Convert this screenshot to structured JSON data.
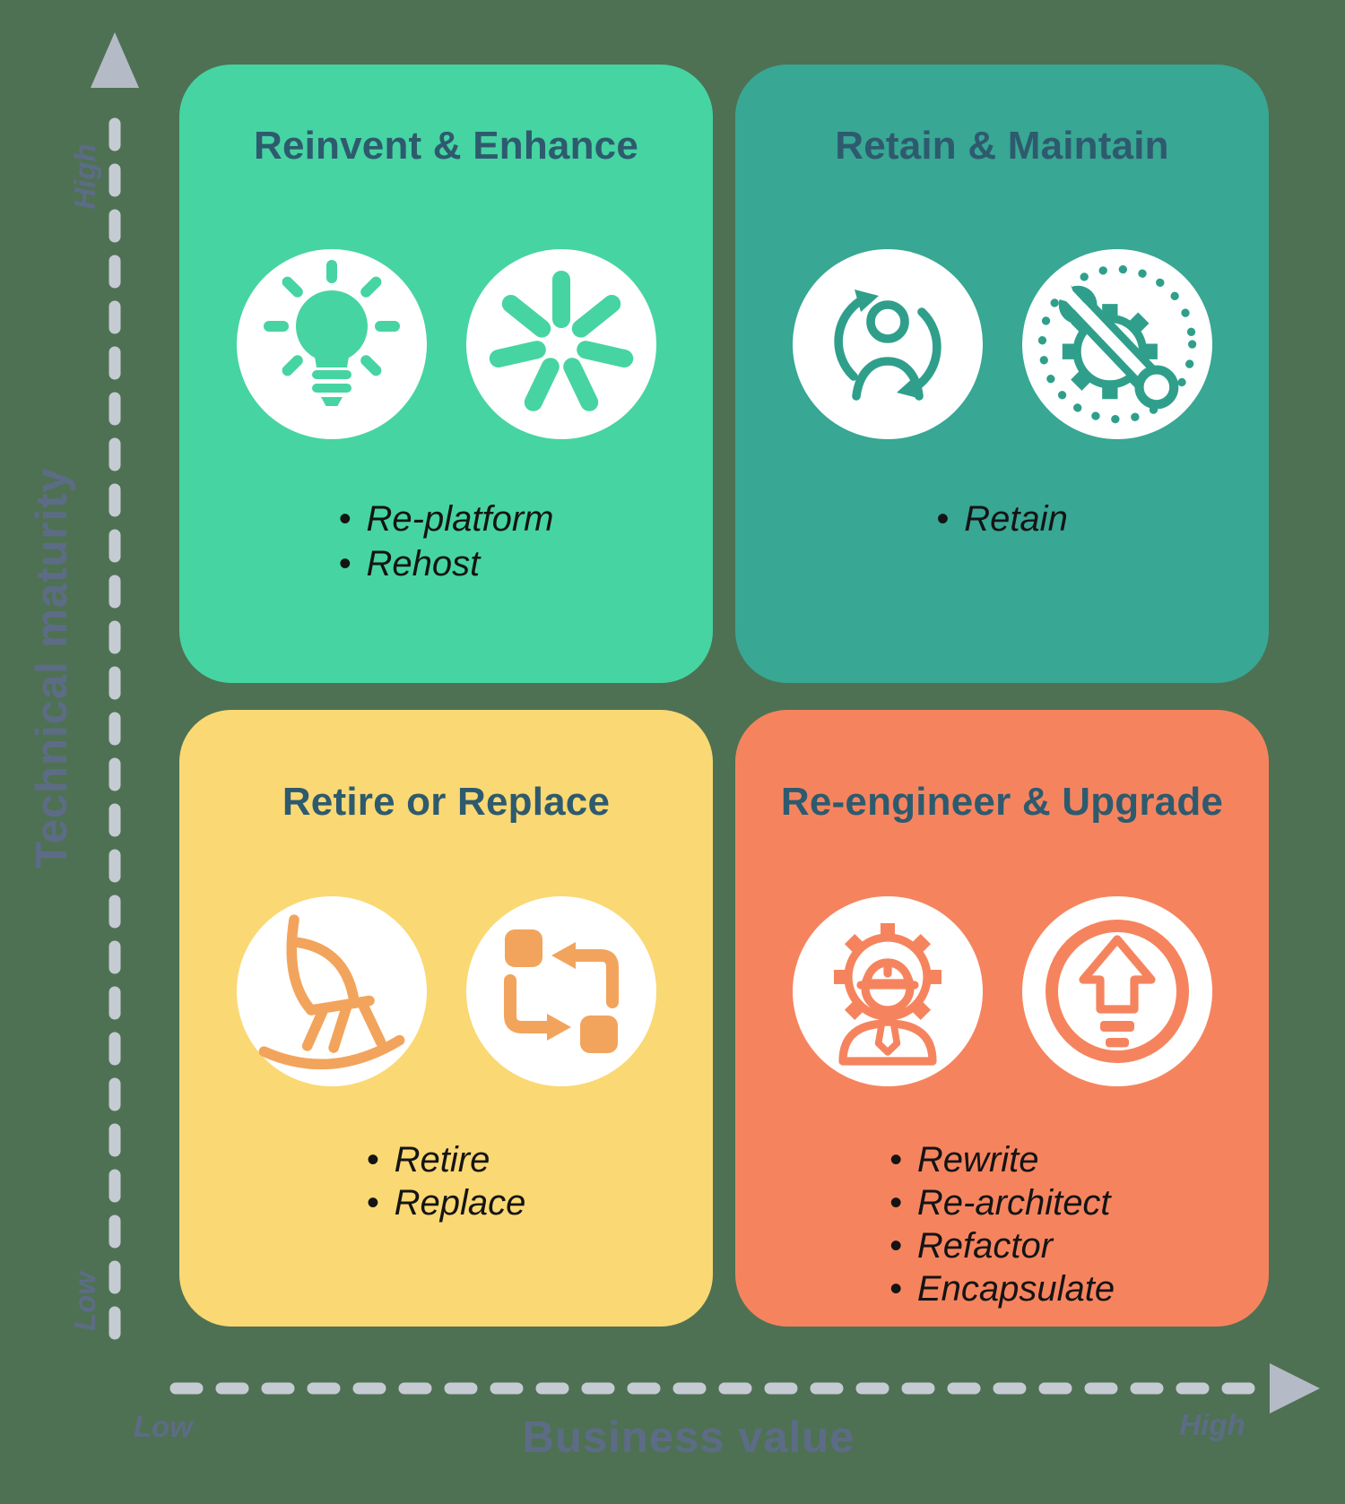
{
  "axes": {
    "y": {
      "label": "Technical maturity",
      "top_tick": "High",
      "bottom_tick": "Low"
    },
    "x": {
      "label": "Business value",
      "left_tick": "Low",
      "right_tick": "High"
    }
  },
  "quadrants": [
    {
      "position": "top-left",
      "title": "Reinvent & Enhance",
      "bullets": [
        "Re-platform",
        "Rehost"
      ],
      "icons": [
        "lightbulb-icon",
        "spinner-icon"
      ],
      "bg_color": "#46d4a2"
    },
    {
      "position": "top-right",
      "title": "Retain & Maintain",
      "bullets": [
        "Retain"
      ],
      "icons": [
        "person-refresh-icon",
        "wrench-gear-icon"
      ],
      "bg_color": "#38a794"
    },
    {
      "position": "bottom-left",
      "title": "Retire or Replace",
      "bullets": [
        "Retire",
        "Replace"
      ],
      "icons": [
        "rocking-chair-icon",
        "swap-arrows-icon"
      ],
      "bg_color": "#fad873"
    },
    {
      "position": "bottom-right",
      "title": "Re-engineer & Upgrade",
      "bullets": [
        "Rewrite",
        "Re-architect",
        "Refactor",
        "Encapsulate"
      ],
      "icons": [
        "engineer-gear-icon",
        "upgrade-arrow-icon"
      ],
      "bg_color": "#f5845e"
    }
  ],
  "colors": {
    "bg": "#4e7153",
    "mint": "#46d4a2",
    "teal": "#38a794",
    "yellow": "#fad873",
    "orange": "#f5845e",
    "orange-light": "#f2a45c",
    "teal-icon": "#2f9f8b",
    "title": "#2e5a6e",
    "slate": "#5d6c86",
    "dash": "#c5cbd3",
    "arrow": "#b4bbc6",
    "bullet-text": "#141414"
  }
}
